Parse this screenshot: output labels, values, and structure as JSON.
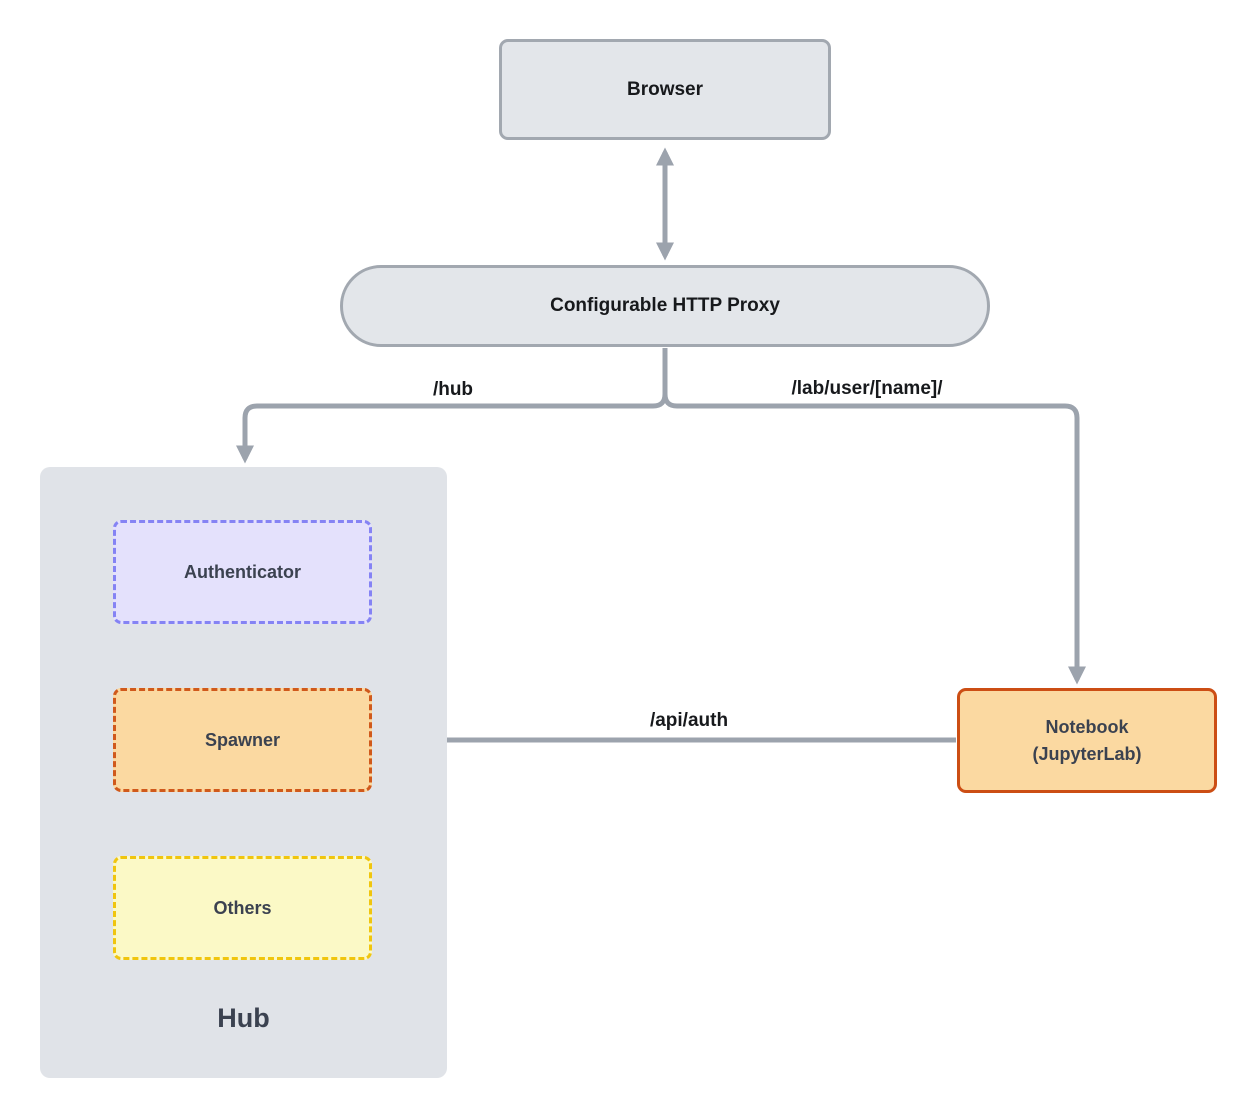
{
  "diagram": {
    "nodes": {
      "browser": {
        "label": "Browser"
      },
      "proxy": {
        "label": "Configurable HTTP Proxy"
      },
      "hub": {
        "label": "Hub"
      },
      "authenticator": {
        "label": "Authenticator"
      },
      "spawner": {
        "label": "Spawner"
      },
      "others": {
        "label": "Others"
      },
      "notebook": {
        "label_line1": "Notebook",
        "label_line2": "(JupyterLab)"
      }
    },
    "edges": {
      "hub_route": {
        "label": "/hub"
      },
      "lab_route": {
        "label": "/lab/user/[name]/"
      },
      "api_auth": {
        "label": "/api/auth"
      }
    },
    "colors": {
      "arrow": "#9ca3ad",
      "gray_fill": "#e3e6ea",
      "gray_border": "#a2a8b0",
      "hub_fill": "#e0e3e8",
      "authenticator_fill": "#e4e1fc",
      "authenticator_border": "#8583f4",
      "spawner_fill": "#fbd9a1",
      "spawner_border": "#d0591b",
      "others_fill": "#fbf9c6",
      "others_border": "#f0c50e",
      "notebook_fill": "#fbd9a1",
      "notebook_border": "#cc4e14",
      "text_dark": "#17191c",
      "text_slate": "#3b4250"
    }
  }
}
